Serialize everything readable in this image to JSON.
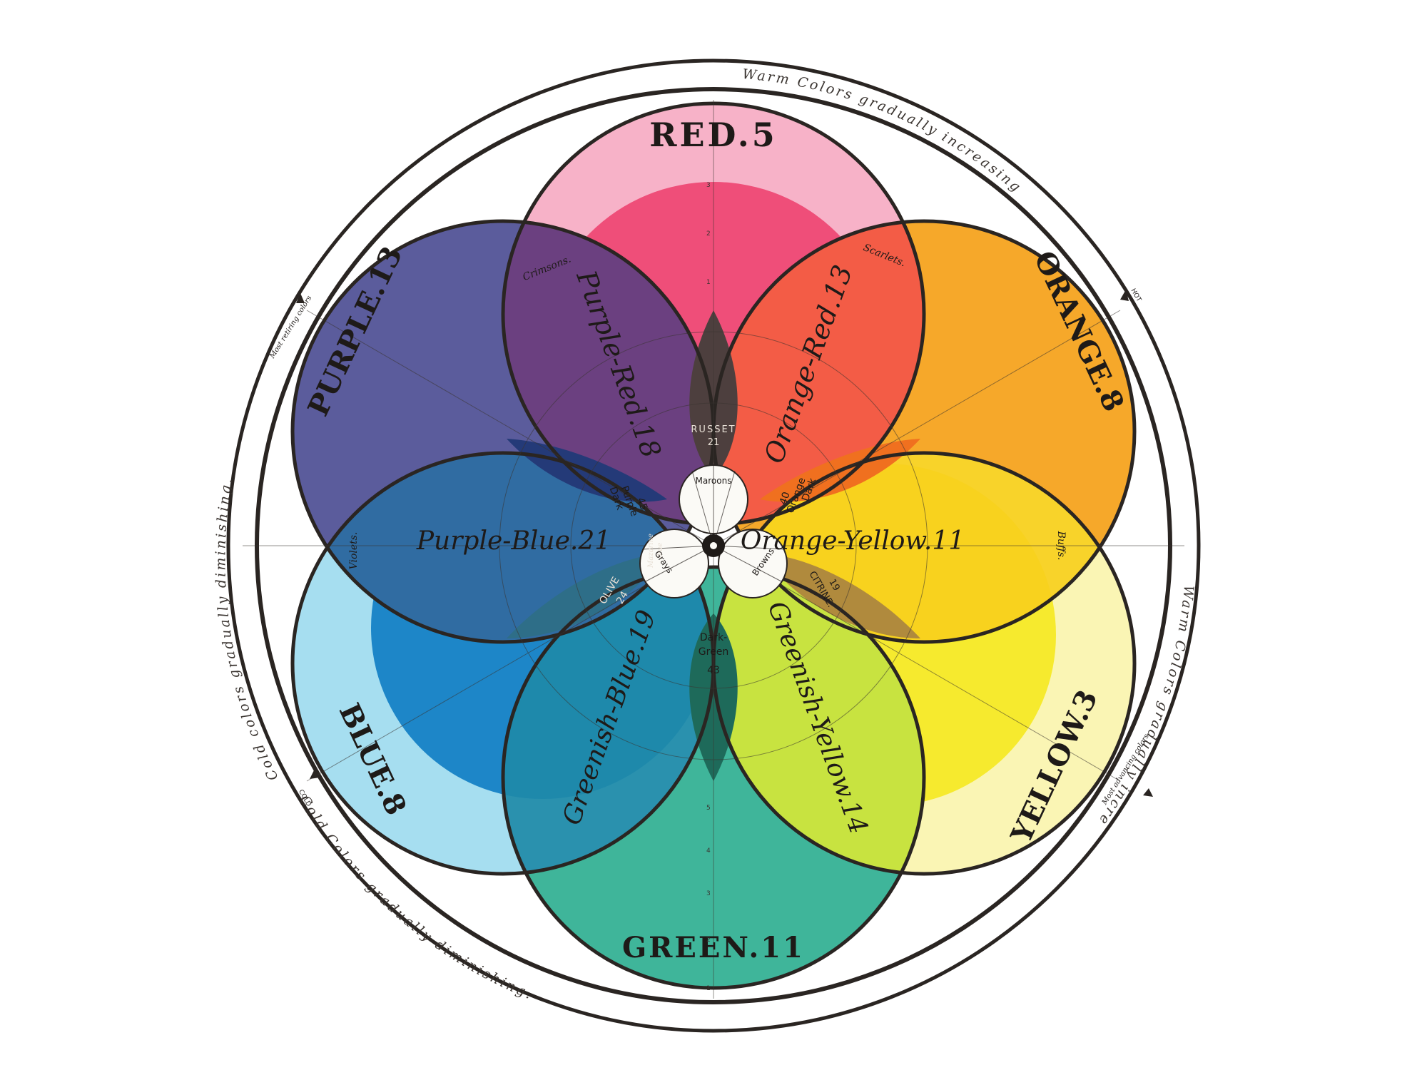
{
  "primaries": {
    "red": "RED.5",
    "yellow": "YELLOW.3",
    "blue": "BLUE.8"
  },
  "secondaries": {
    "orange": "ORANGE.8",
    "green": "GREEN.11",
    "purple": "PURPLE.13"
  },
  "intermediates": {
    "purple_red": "Purple-Red.18",
    "orange_red": "Orange-Red.13",
    "orange_yellow": "Orange-Yellow.11",
    "greenish_yellow": "Greenish-Yellow.14",
    "greenish_blue": "Greenish-Blue.19",
    "purple_blue": "Purple-Blue.21"
  },
  "tertiaries": {
    "russet_name": "RUSSET",
    "russet_num": "21",
    "citrine_name": "CITRINE.",
    "citrine_num": "19",
    "olive_name": "OLIVE",
    "olive_num": "24"
  },
  "darks": {
    "dark_purple": [
      "Dark",
      "Purple",
      "45"
    ],
    "dark_orange": [
      "Dark",
      "Orange",
      "40"
    ],
    "dark_green": [
      "Dark-",
      "Green",
      "43"
    ]
  },
  "tints": {
    "crimsons": "Crimsons.",
    "scarlets": "Scarlets.",
    "violets": "Violets.",
    "buffs": "Buffs.",
    "mazarine_1": "Mazarine",
    "mazarine_2": "Blue"
  },
  "center": {
    "maroons": "Maroons",
    "browns": "Browns",
    "grays": "Grays"
  },
  "outer_ring": {
    "warm_top": "Warm Colors gradually increasing",
    "warm_right_1": "Warm Colors gradually increasing",
    "cold_left": "Cold colors gradually diminishing.",
    "cold_bottom": "Cold Colors gradually diminishing.",
    "hot": "HOT",
    "cold": "COLD",
    "most_retiring": "Most retiring colors",
    "most_advancing": "Most advancing colors"
  },
  "scale_ticks": [
    "1",
    "2",
    "3",
    "4",
    "5"
  ],
  "colors": {
    "red": "#ec3d6a",
    "red_light": "#f7b2c8",
    "yellow": "#f6ea2e",
    "yellow_light": "#faf5b4",
    "blue": "#1d86c8",
    "blue_light": "#a6def0",
    "orange": "#f6a82a",
    "green": "#3fb59a",
    "purple": "#5b5c9c",
    "purple_red": "#6e3f7e",
    "orange_red": "#f2554a",
    "orange_yellow": "#f8cf1e",
    "greenish_yellow": "#d5e838",
    "greenish_blue": "#1f8aa8",
    "purple_blue": "#2d6fa3",
    "russet": "#4d3f3e",
    "citrine": "#b08a3d",
    "olive": "#2e6e88",
    "outline": "#2a2522"
  }
}
